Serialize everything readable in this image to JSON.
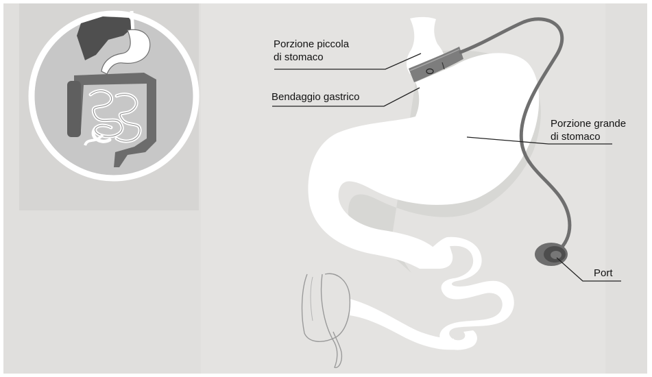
{
  "labels": {
    "small_portion_line1": "Porzione piccola",
    "small_portion_line2": "di stomaco",
    "band": "Bendaggio gastrico",
    "large_portion_line1": "Porzione grande",
    "large_portion_line2": "di stomaco",
    "port": "Port"
  },
  "colors": {
    "panel_background": "#e0dfdd",
    "organ_fill": "#ffffff",
    "band_fill": "#7d7d7d",
    "tube_stroke": "#727272",
    "port_fill": "#666666",
    "inset_background": "#c9c9c9",
    "inset_ring": "#ffffff",
    "inset_liver": "#4f4f4f",
    "inset_colon": "#6f6f6f",
    "leader_line": "#222222"
  },
  "icons": {
    "inset": "digestive-system-icon",
    "port": "port-icon"
  }
}
